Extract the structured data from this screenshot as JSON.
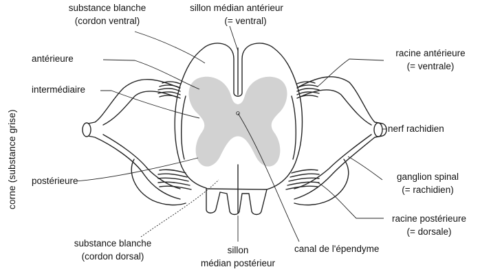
{
  "labels": {
    "substance_blanche_ventral_l1": "substance blanche",
    "substance_blanche_ventral_l2": "(cordon ventral)",
    "sillon_anterieur_l1": "sillon médian antérieur",
    "sillon_anterieur_l2": "(= ventral)",
    "corne": "corne (substance grise)",
    "anterieure": "antérieure",
    "intermediaire": "intermédiaire",
    "posterieure": "postérieure",
    "substance_blanche_dorsal_l1": "substance blanche",
    "substance_blanche_dorsal_l2": "(cordon dorsal)",
    "sillon_posterieur_l1": "sillon",
    "sillon_posterieur_l2": "médian postérieur",
    "canal": "canal de l'épendyme",
    "racine_anterieure_l1": "racine antérieure",
    "racine_anterieure_l2": "(= ventrale)",
    "nerf": "nerf rachidien",
    "ganglion_l1": "ganglion spinal",
    "ganglion_l2": "(= rachidien)",
    "racine_posterieure_l1": "racine postérieure",
    "racine_posterieure_l2": "(= dorsale)"
  },
  "colors": {
    "line": "#222222",
    "grey_matter": "#d2d2d2",
    "background": "#ffffff"
  }
}
